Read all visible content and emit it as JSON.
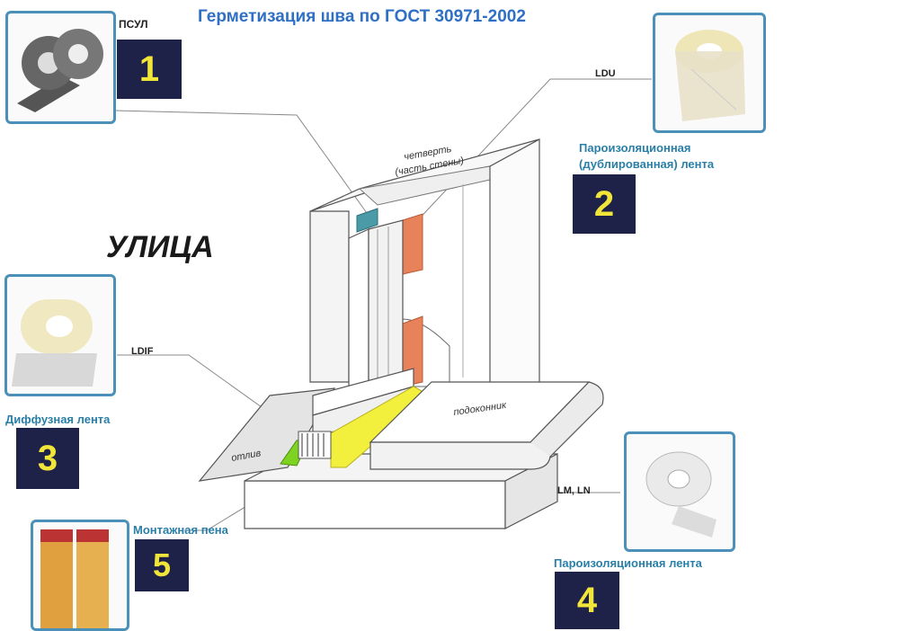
{
  "title": "Герметизация шва по ГОСТ 30971-2002",
  "street": "УЛИЦА",
  "diagram": {
    "quarter": "четверть",
    "quarter_note": "(часть стены)",
    "sill": "подоконник",
    "ebb": "отлив"
  },
  "callouts": {
    "psul": "ПСУЛ",
    "ldu": "LDU",
    "ldif": "LDIF",
    "lm_ln": "LM, LN"
  },
  "items": {
    "item1": {
      "number": "1"
    },
    "item2": {
      "label_line1": "Пароизоляционная",
      "label_line2": "(дублированная) лента",
      "number": "2"
    },
    "item3": {
      "label": "Диффузная лента",
      "number": "3"
    },
    "item4": {
      "label": "Пароизоляционная лента",
      "number": "4"
    },
    "item5": {
      "label": "Монтажная пена",
      "number": "5"
    }
  },
  "colors": {
    "accent_blue": "#2f6fc4",
    "badge_bg": "#1e2248",
    "badge_text": "#f2e53a",
    "frame_border": "#4a90b8",
    "orange_tape": "#e8825a",
    "yellow_tape": "#f2f03c",
    "green_tape": "#7ed321",
    "teal_psul": "#4a9aa8"
  }
}
